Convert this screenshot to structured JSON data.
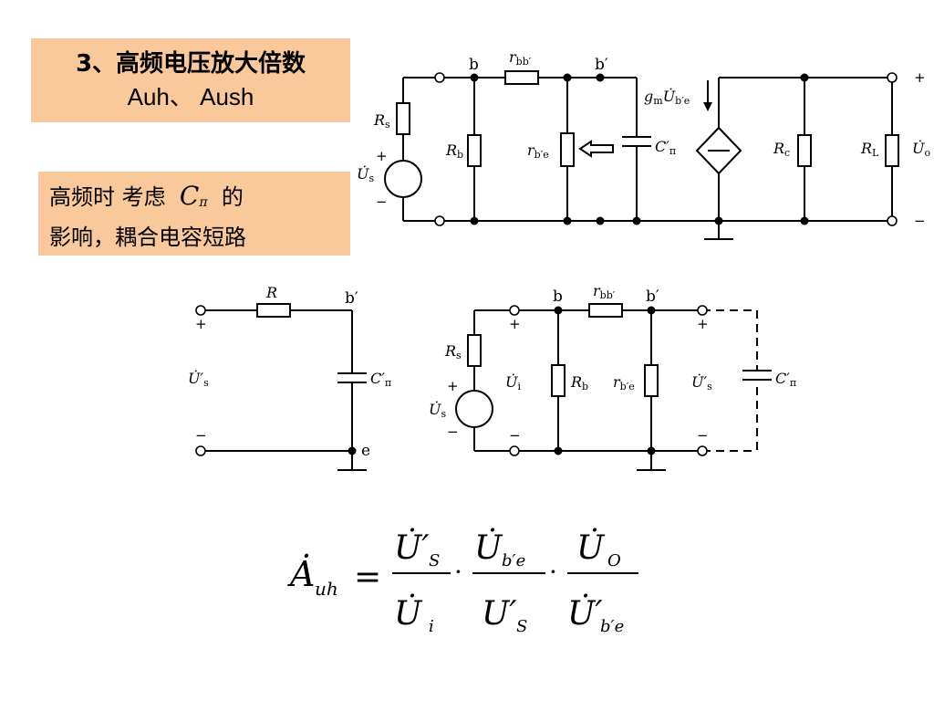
{
  "title_box": {
    "line1": "3、高频电压放大倍数",
    "line2": "Auh、 Aush",
    "color": "#f9c89b"
  },
  "note_box": {
    "line1_pre": "高频时 考虑",
    "c_pi": "C",
    "c_pi_sub": "π",
    "line1_post": "的",
    "line2": "影响，耦合电容短路"
  },
  "circuit_top": {
    "node_b": "b",
    "node_bp": "b′",
    "r_bbp": "r",
    "r_bbp_sub": "bb′",
    "rs": "R",
    "rs_sub": "s",
    "rb": "R",
    "rb_sub": "b",
    "rbe": "r",
    "rbe_sub": "b′e",
    "cpi": "C′",
    "cpi_sub": "π",
    "gm": "g",
    "gm_sub": "m",
    "gm_u": "U̇",
    "gm_u_sub": "b′e",
    "rc": "R",
    "rc_sub": "c",
    "rl": "R",
    "rl_sub": "L",
    "uo": "U̇",
    "uo_sub": "o",
    "us": "U̇",
    "us_sub": "s",
    "plus": "+",
    "minus": "−"
  },
  "circuit_left": {
    "r": "R",
    "node_bp": "b′",
    "node_e": "e",
    "us": "U̇′",
    "us_sub": "s",
    "cpi": "C′",
    "cpi_sub": "π",
    "plus": "+",
    "minus": "−"
  },
  "circuit_right": {
    "node_b": "b",
    "node_bp": "b′",
    "r_bbp": "r",
    "r_bbp_sub": "bb′",
    "rs": "R",
    "rs_sub": "s",
    "ui": "U̇",
    "ui_sub": "i",
    "rb": "R",
    "rb_sub": "b",
    "rbe": "r",
    "rbe_sub": "b′e",
    "us_p": "U̇′",
    "us_p_sub": "s",
    "cpi": "C′",
    "cpi_sub": "π",
    "us": "U̇",
    "us_sub": "s",
    "plus": "+",
    "minus": "−"
  },
  "formula": {
    "lhs": "Ȧ",
    "lhs_sub": "uh",
    "eq": "=",
    "n1": "U̇′",
    "n1_sub": "S",
    "d1": "U̇",
    "d1_sub": "i",
    "n2": "U̇",
    "n2_sub": "b′e",
    "d2": "U′",
    "d2_sub": "S",
    "n3": "U̇",
    "n3_sub": "O",
    "d3": "U̇′",
    "d3_sub": "b′e",
    "dot": "·"
  }
}
